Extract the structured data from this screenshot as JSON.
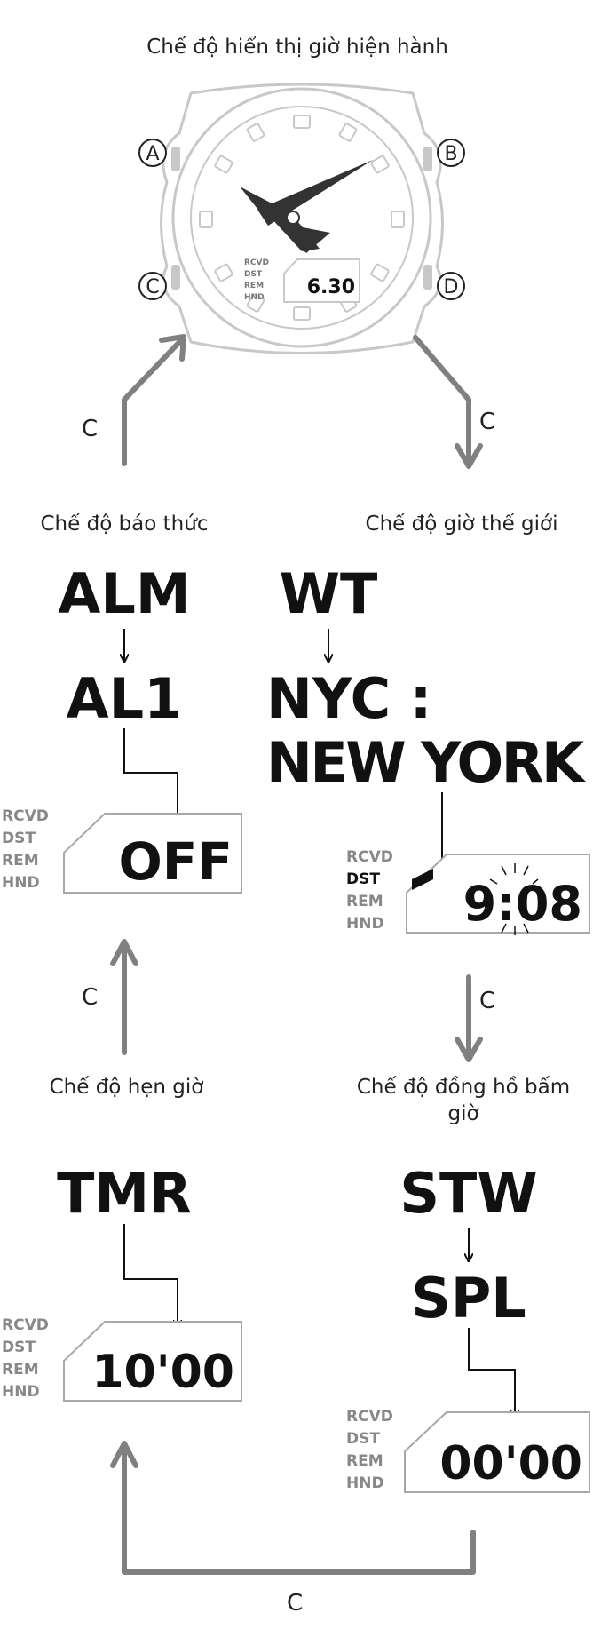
{
  "modes": {
    "current": {
      "title": "Chế độ hiển thị giờ hiện hành",
      "display": "6.30"
    },
    "alarm": {
      "title": "Chế độ báo thức",
      "code": "ALM",
      "sub": "AL1",
      "display": "OFF"
    },
    "world_time": {
      "title": "Chế độ giờ thế giới",
      "code": "WT",
      "city_code": "NYC :",
      "city_name": "NEW YORK",
      "display": "9:08"
    },
    "timer": {
      "title": "Chế độ hẹn giờ",
      "code": "TMR",
      "display": "10'00"
    },
    "stopwatch": {
      "title": "Chế độ đồng hồ bấm giờ",
      "code": "STW",
      "sub": "SPL",
      "display": "00'00"
    }
  },
  "buttons": {
    "a": "A",
    "b": "B",
    "c": "C",
    "d": "D"
  },
  "indicators": {
    "rcvd": "RCVD",
    "dst": "DST",
    "rem": "REM",
    "hnd": "HND"
  },
  "arrow_label": "C"
}
